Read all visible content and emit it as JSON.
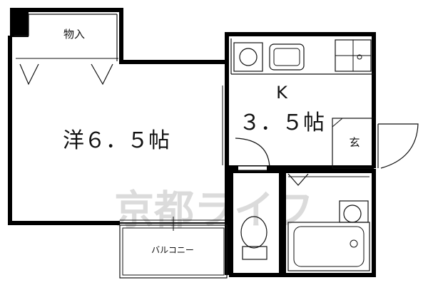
{
  "floor_plan": {
    "rooms": {
      "western_room": {
        "label": "洋６．５帖"
      },
      "kitchen": {
        "label_k": "K",
        "label_size": "３．５帖"
      },
      "storage": {
        "label": "物入"
      },
      "entrance": {
        "label": "玄"
      },
      "balcony": {
        "label": "バルコニー"
      }
    },
    "watermark": {
      "text": "京都ライフ"
    },
    "colors": {
      "wall": "#000000",
      "line": "#111111",
      "watermark": "#cfcfcf",
      "background": "#ffffff"
    }
  }
}
